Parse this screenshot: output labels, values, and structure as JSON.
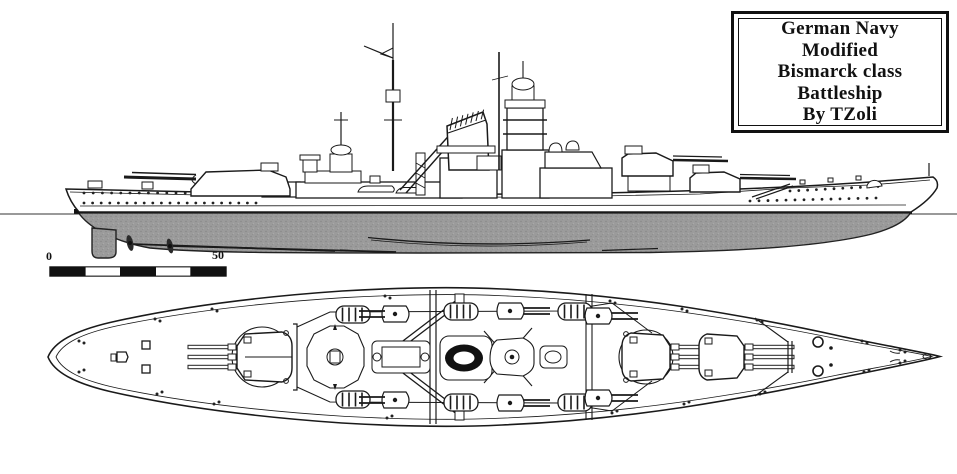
{
  "title_box": {
    "lines": [
      "German Navy",
      "Modified",
      "Bismarck class",
      "Battleship",
      "By TZoli"
    ]
  },
  "scale_bar": {
    "start_label": "0",
    "end_label": "50",
    "segments": 5,
    "segment_colors": [
      "#111111",
      "#ffffff",
      "#111111",
      "#ffffff",
      "#111111"
    ]
  },
  "colors": {
    "paper": "#ffffff",
    "line": "#1a1a1a",
    "underwater_hull": "#9b9b9b",
    "underwater_speckle": "#868686",
    "waterline": "#111111",
    "funnel_opening": "#111111"
  }
}
